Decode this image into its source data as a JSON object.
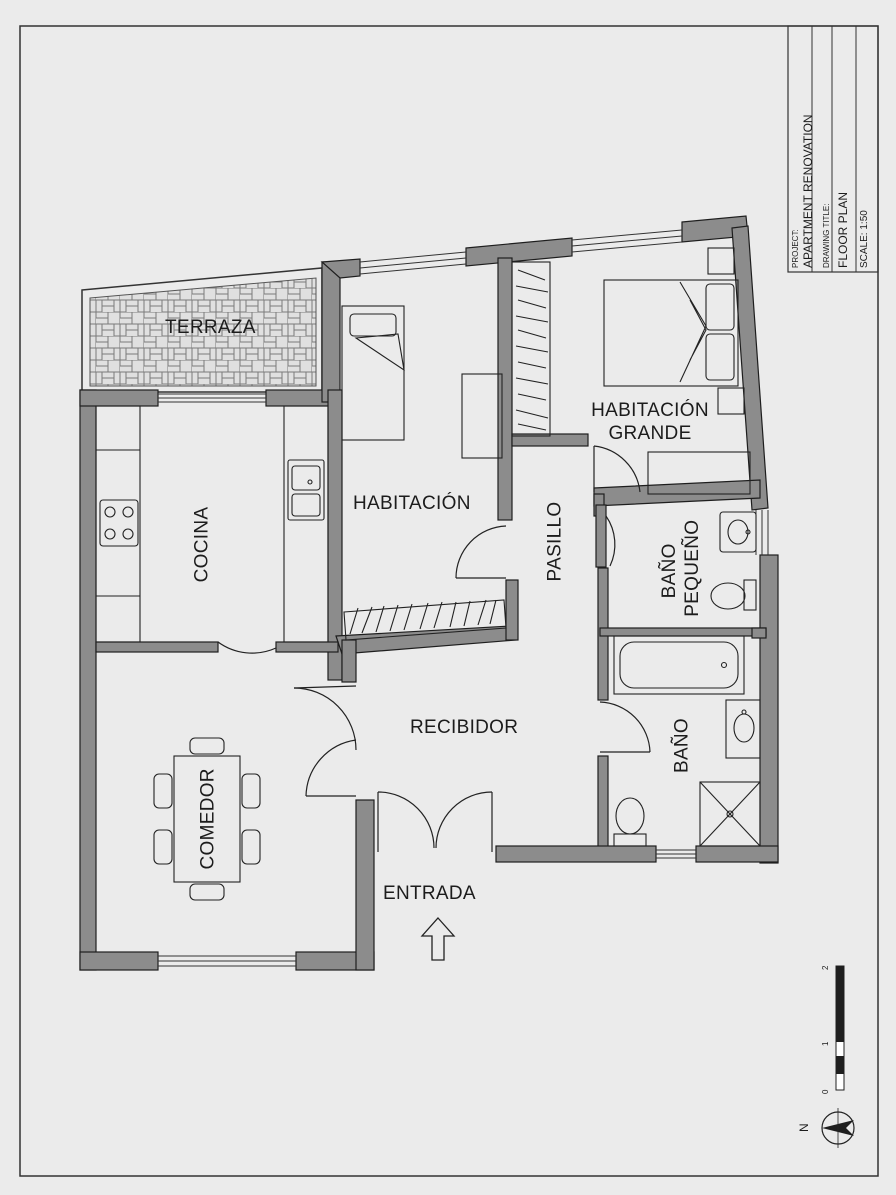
{
  "title_block": {
    "project_label": "PROJECT:",
    "project_name": "APARTMENT RENOVATION",
    "drawing_title_label": "DRAWING TITLE:",
    "drawing_title": "FLOOR PLAN",
    "scale": "SCALE: 1:50"
  },
  "rooms": {
    "terraza": "TERRAZA",
    "cocina": "COCINA",
    "habitacion": "HABITACIÓN",
    "habitacion_grande": "HABITACIÓN GRANDE",
    "pasillo": "PASILLO",
    "bano_pequeno": "BAÑO PEQUEÑO",
    "bano": "BAÑO",
    "recibidor": "RECIBIDOR",
    "comedor": "COMEDOR",
    "entrada": "ENTRADA"
  },
  "scale_bar": {
    "ticks": [
      "0",
      "1",
      "2"
    ]
  },
  "north": "N",
  "colors": {
    "wall": "#8c8c8c",
    "line": "#1e1e1e",
    "paper": "#ebebeb"
  }
}
